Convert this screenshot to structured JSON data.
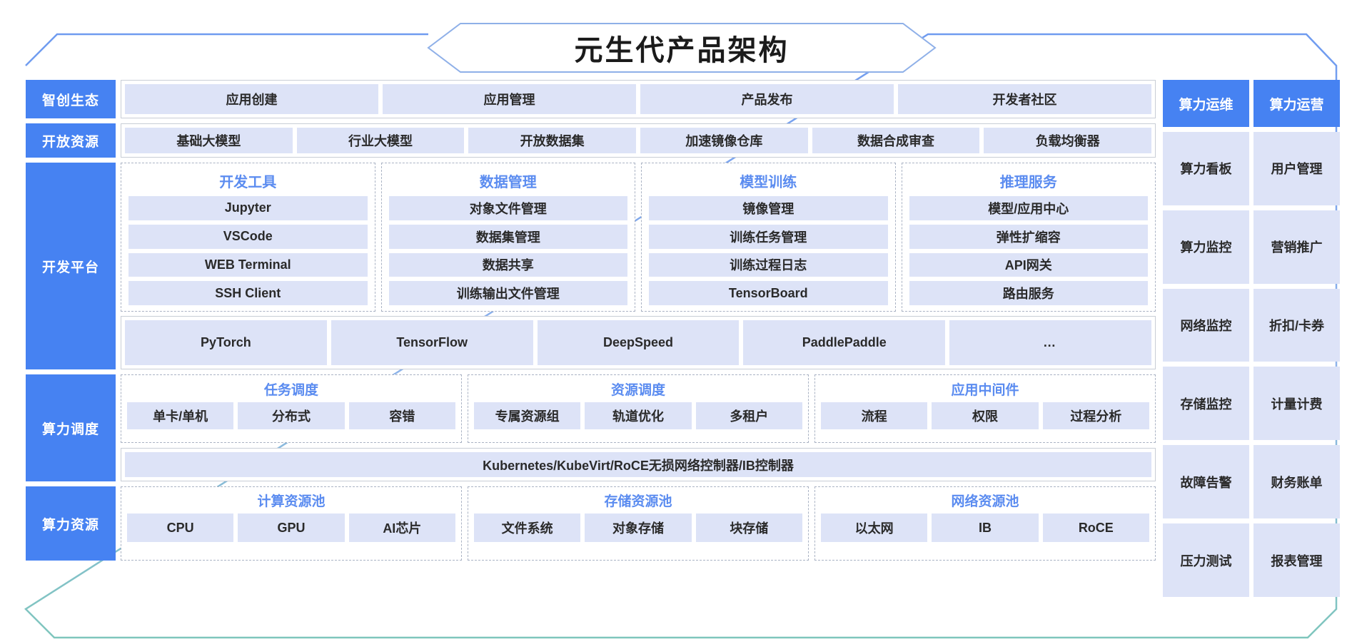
{
  "title": "元生代产品架构",
  "colors": {
    "primary_blue": "#4682f2",
    "chip_blue": "#dde3f7",
    "group_title_blue": "#5b8cf0",
    "frame_top": "#6f9bf0",
    "frame_bottom": "#7fc6bd"
  },
  "layers": [
    {
      "name": "智创生态",
      "items": [
        "应用创建",
        "应用管理",
        "产品发布",
        "开发者社区"
      ]
    },
    {
      "name": "开放资源",
      "items": [
        "基础大模型",
        "行业大模型",
        "开放数据集",
        "加速镜像仓库",
        "数据合成审查",
        "负载均衡器"
      ]
    }
  ],
  "dev_platform": {
    "name": "开发平台",
    "groups": [
      {
        "title": "开发工具",
        "items": [
          "Jupyter",
          "VSCode",
          "WEB Terminal",
          "SSH Client"
        ]
      },
      {
        "title": "数据管理",
        "items": [
          "对象文件管理",
          "数据集管理",
          "数据共享",
          "训练输出文件管理"
        ]
      },
      {
        "title": "模型训练",
        "items": [
          "镜像管理",
          "训练任务管理",
          "训练过程日志",
          "TensorBoard"
        ]
      },
      {
        "title": "推理服务",
        "items": [
          "模型/应用中心",
          "弹性扩缩容",
          "API网关",
          "路由服务"
        ]
      }
    ],
    "frameworks": [
      "PyTorch",
      "TensorFlow",
      "DeepSpeed",
      "PaddlePaddle",
      "…"
    ]
  },
  "scheduling": {
    "name": "算力调度",
    "groups": [
      {
        "title": "任务调度",
        "items": [
          "单卡/单机",
          "分布式",
          "容错"
        ]
      },
      {
        "title": "资源调度",
        "items": [
          "专属资源组",
          "轨道优化",
          "多租户"
        ]
      },
      {
        "title": "应用中间件",
        "items": [
          "流程",
          "权限",
          "过程分析"
        ]
      }
    ],
    "platform_bar": "Kubernetes/KubeVirt/RoCE无损网络控制器/IB控制器"
  },
  "resources": {
    "name": "算力资源",
    "groups": [
      {
        "title": "计算资源池",
        "items": [
          "CPU",
          "GPU",
          "AI芯片"
        ]
      },
      {
        "title": "存储资源池",
        "items": [
          "文件系统",
          "对象存储",
          "块存储"
        ]
      },
      {
        "title": "网络资源池",
        "items": [
          "以太网",
          "IB",
          "RoCE"
        ]
      }
    ]
  },
  "right_panel": {
    "headers": [
      "算力运维",
      "算力运营"
    ],
    "ops_items": [
      "算力看板",
      "算力监控",
      "网络监控",
      "存储监控",
      "故障告警",
      "压力测试"
    ],
    "biz_items": [
      "用户管理",
      "营销推广",
      "折扣/卡券",
      "计量计费",
      "财务账单",
      "报表管理"
    ]
  }
}
